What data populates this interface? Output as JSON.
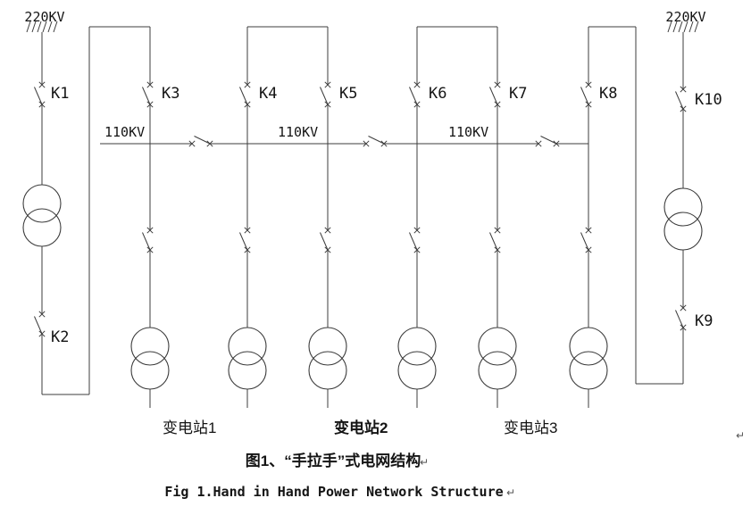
{
  "figure": {
    "sources": {
      "left": "220KV",
      "right": "220KV"
    },
    "bus": {
      "labels": [
        "110KV",
        "110KV",
        "110KV"
      ]
    },
    "switches": {
      "k1": "K1",
      "k2": "K2",
      "k3": "K3",
      "k4": "K4",
      "k5": "K5",
      "k6": "K6",
      "k7": "K7",
      "k8": "K8",
      "k9": "K9",
      "k10": "K10"
    },
    "substations": [
      "变电站1",
      "变电站2",
      "变电站3"
    ],
    "caption": {
      "cn": "图1、“手拉手”式电网结构",
      "en": "Fig 1.Hand in Hand Power Network Structure"
    },
    "marks": {
      "newline": "↵"
    }
  }
}
